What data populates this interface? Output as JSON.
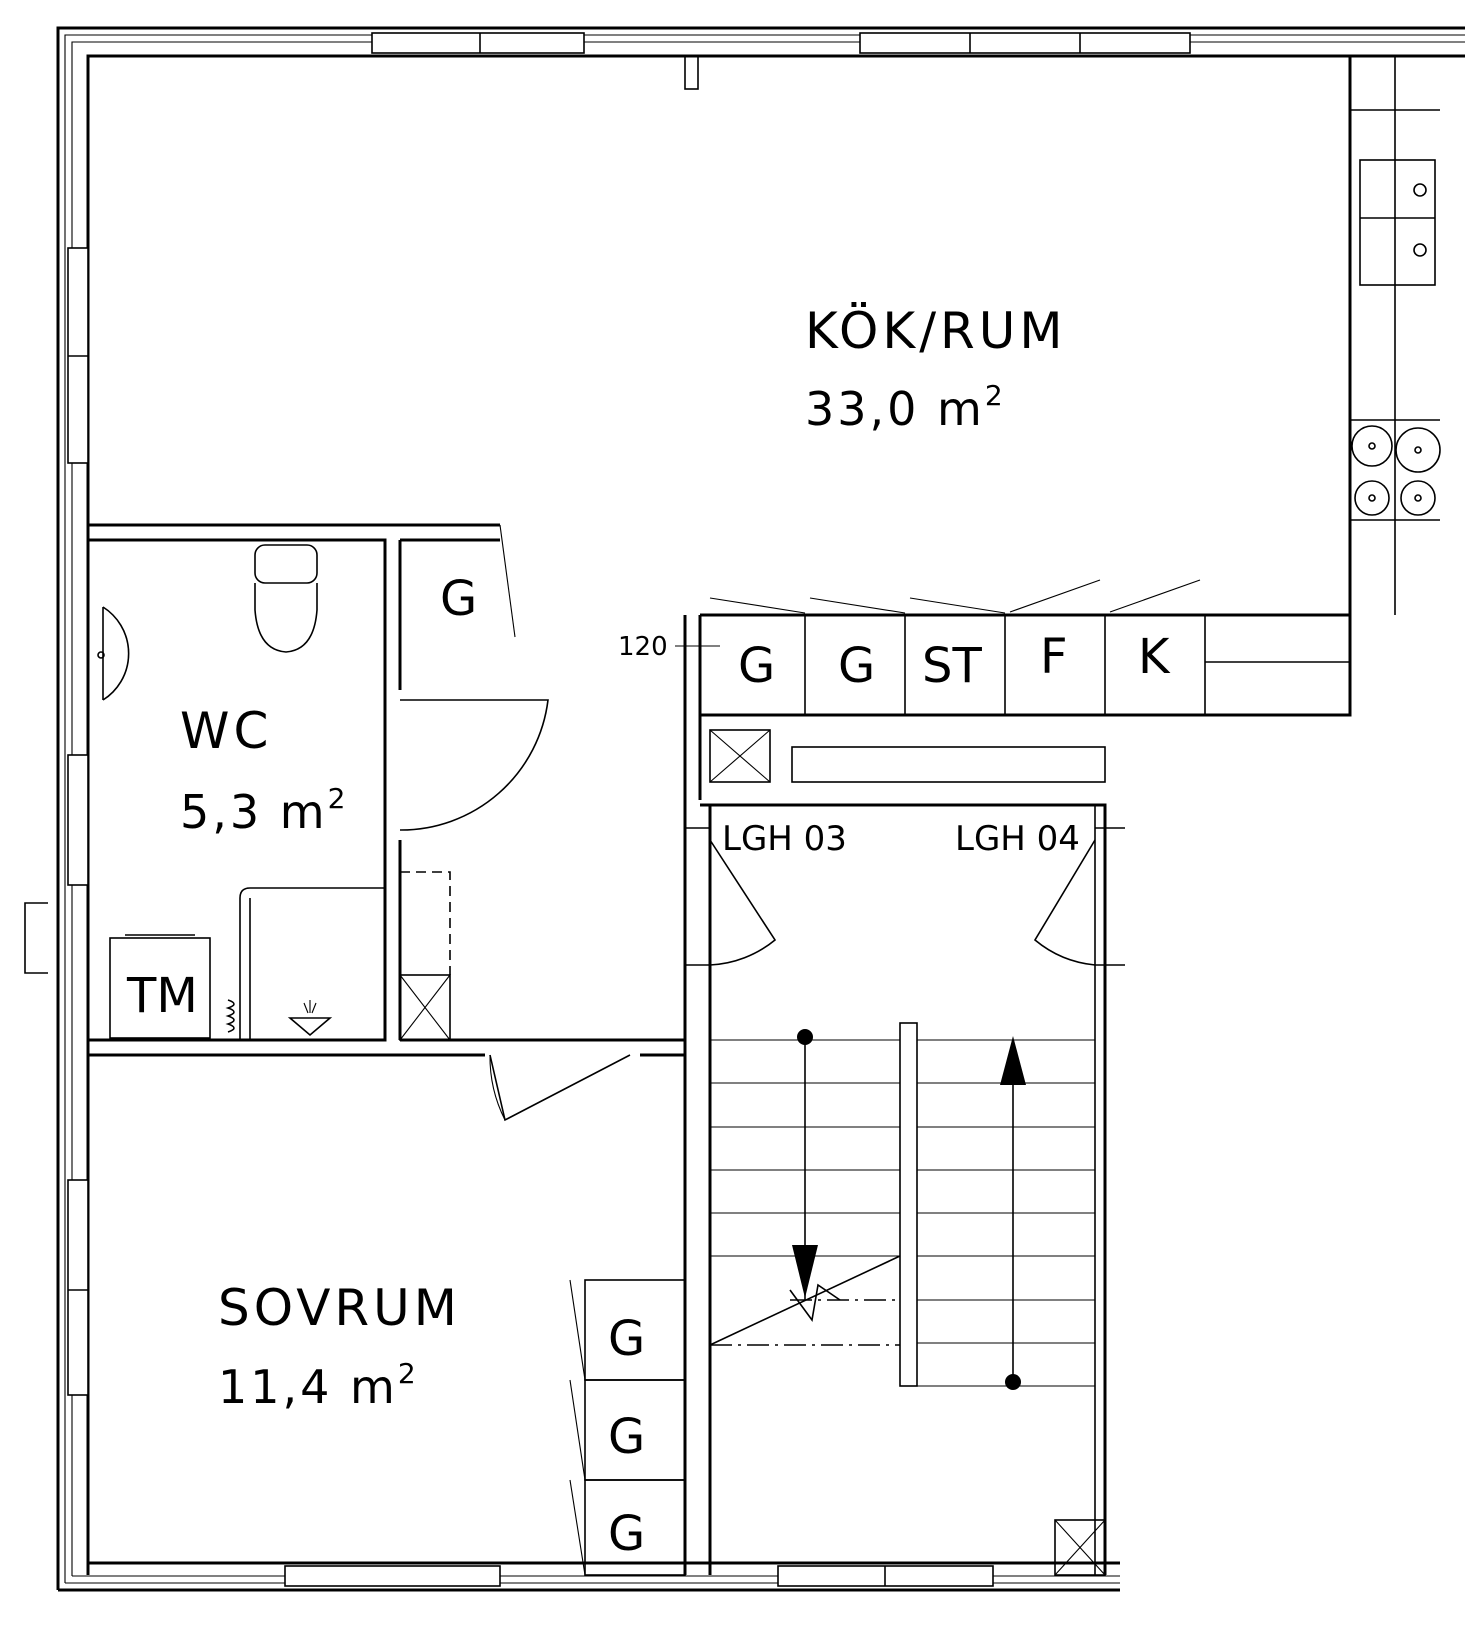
{
  "rooms": {
    "kitchen": {
      "name": "KÖK/RUM",
      "area": "33,0",
      "unit": "m",
      "exp": "2"
    },
    "wc": {
      "name": "WC",
      "area": "5,3",
      "unit": "m",
      "exp": "2"
    },
    "bedroom": {
      "name": "SOVRUM",
      "area": "11,4",
      "unit": "m",
      "exp": "2"
    }
  },
  "fixtures": {
    "wc_closet": "G",
    "kitchen_units": [
      "G",
      "G",
      "ST",
      "F",
      "K"
    ],
    "bedroom_closets": [
      "G",
      "G",
      "G"
    ],
    "laundry": "TM"
  },
  "dimension": "120",
  "stairwell": {
    "apartment_left": "LGH 03",
    "apartment_right": "LGH 04"
  }
}
